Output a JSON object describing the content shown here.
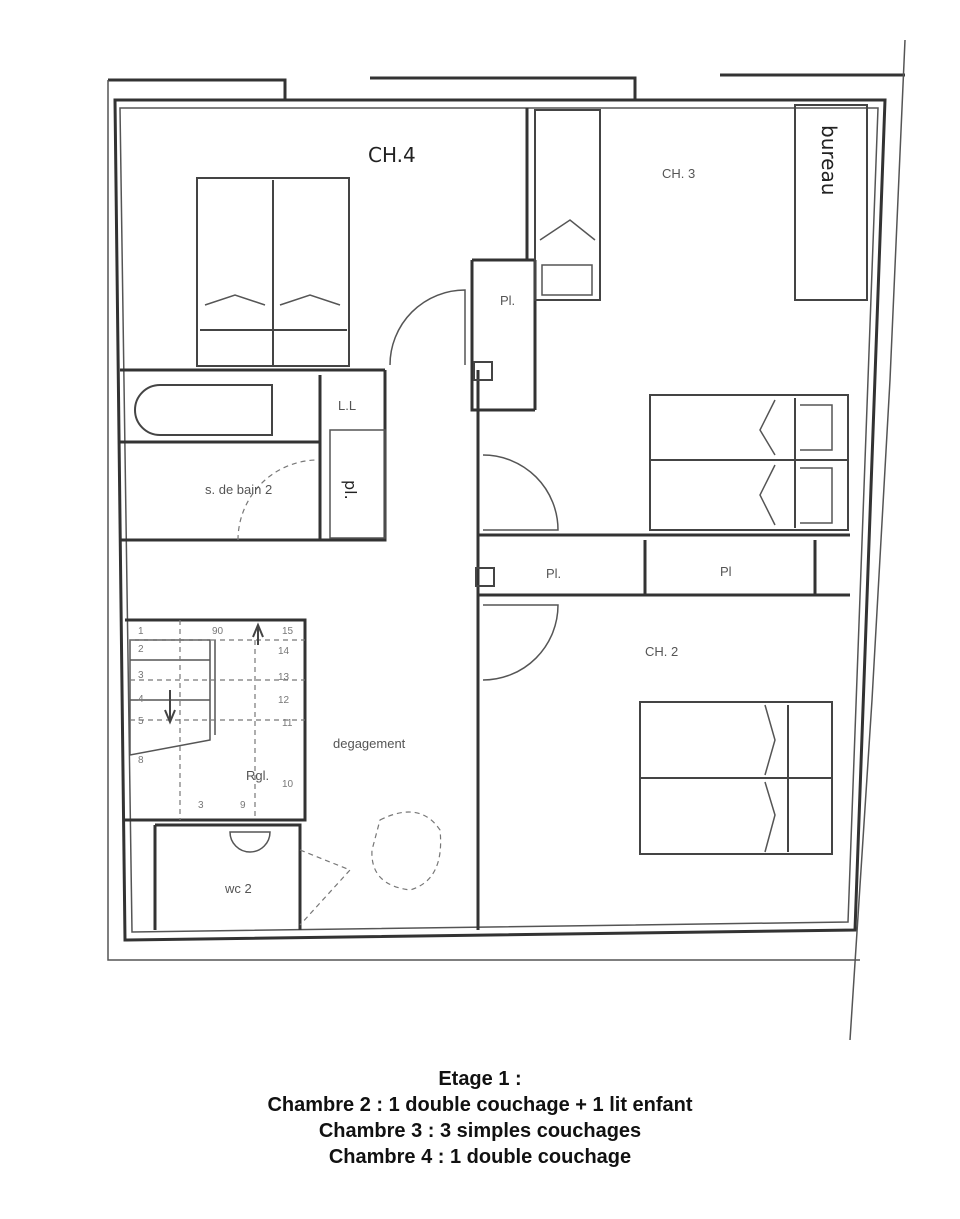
{
  "rooms": {
    "ch4": "CH.4",
    "ch3": "CH. 3",
    "bureau": "bureau",
    "ch2": "CH. 2",
    "salle_de_bain": "s. de bain 2",
    "ll": "L.L",
    "pl_bath": "pl.",
    "pl_ch4": "Pl.",
    "pl_corridor": "Pl.",
    "pl_ch3": "Pl",
    "degagement": "degagement",
    "rgl": "Rgl.",
    "wc": "wc 2"
  },
  "stairs": {
    "steps": [
      "1",
      "2",
      "3",
      "4",
      "5",
      "8",
      "3",
      "9",
      "10",
      "11",
      "12",
      "13",
      "14",
      "15"
    ],
    "width_label": "90"
  },
  "caption": {
    "title": "Etage 1 :",
    "lines": [
      "Chambre 2 : 1 double couchage + 1 lit enfant",
      "Chambre 3 : 3 simples couchages",
      "Chambre 4 : 1 double couchage"
    ]
  }
}
